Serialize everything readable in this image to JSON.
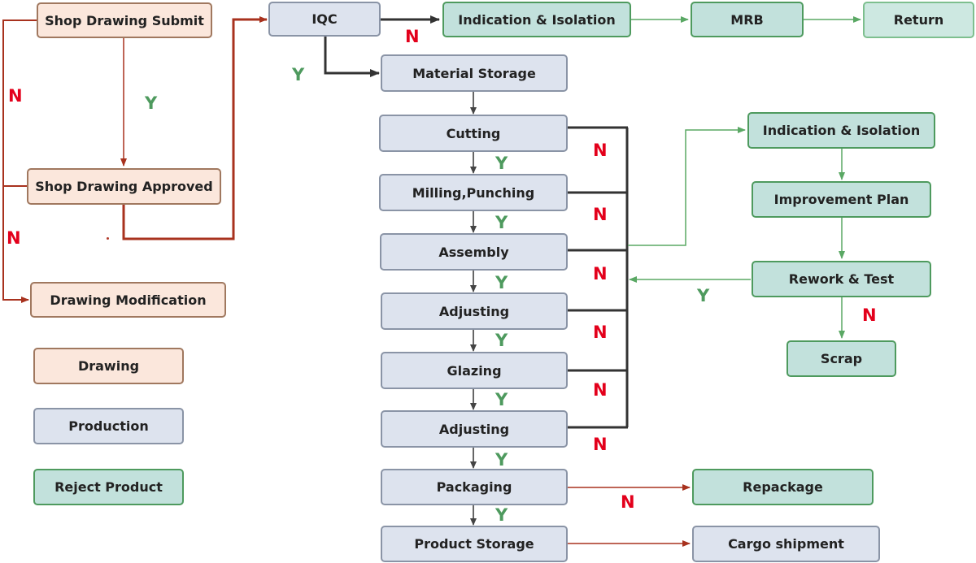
{
  "nodes": {
    "shop_drawing_submit": "Shop Drawing Submit",
    "shop_drawing_approved": "Shop Drawing Approved",
    "drawing_modification": "Drawing Modification",
    "iqc": "IQC",
    "indication_isolation_top": "Indication & Isolation",
    "mrb": "MRB",
    "return": "Return",
    "material_storage": "Material Storage",
    "cutting": "Cutting",
    "milling_punching": "Milling,Punching",
    "assembly": "Assembly",
    "adjusting_1": "Adjusting",
    "glazing": "Glazing",
    "adjusting_2": "Adjusting",
    "packaging": "Packaging",
    "product_storage": "Product Storage",
    "indication_isolation_right": "Indication & Isolation",
    "improvement_plan": "Improvement Plan",
    "rework_test": "Rework & Test",
    "scrap": "Scrap",
    "repackage": "Repackage",
    "cargo_shipment": "Cargo shipment"
  },
  "legend": {
    "drawing": "Drawing",
    "production": "Production",
    "reject_product": "Reject Product"
  },
  "labels": {
    "yes": "Y",
    "no": "N"
  },
  "colors": {
    "drawing_fill": "#fbe7dc",
    "drawing_border": "#a0785f",
    "production_fill": "#dde3ee",
    "production_border": "#8a94a6",
    "reject_fill": "#c2e1dc",
    "reject_border": "#4e9a5e",
    "no_label": "#e3001b",
    "yes_label": "#4e9a5e",
    "drawing_arrow": "#a8321e",
    "production_arrow": "#333333",
    "reject_arrow": "#5aa864"
  }
}
